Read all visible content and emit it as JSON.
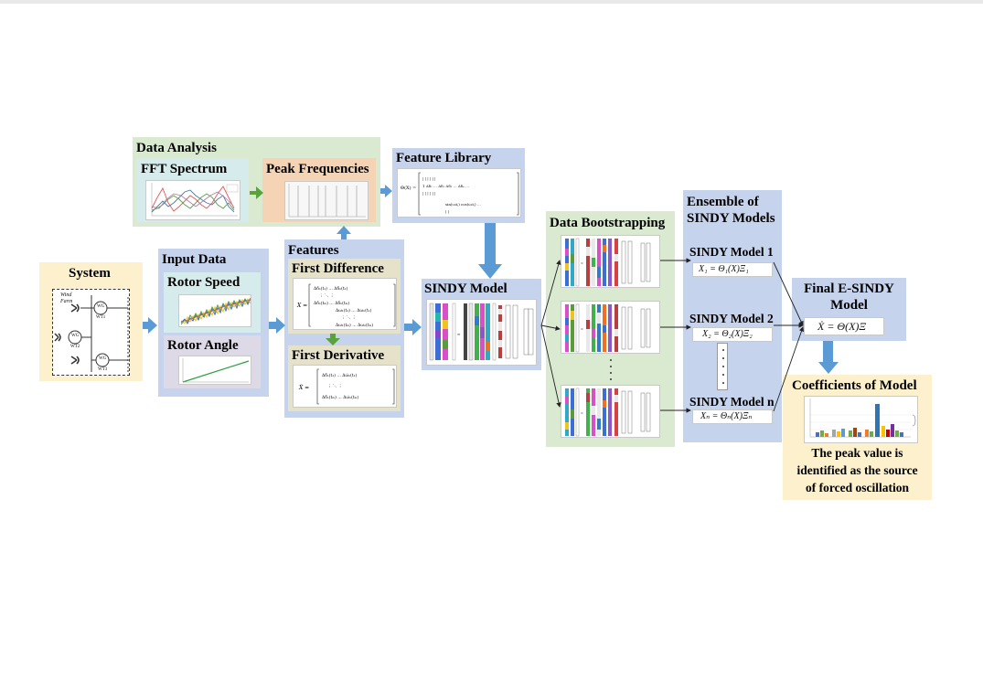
{
  "system": {
    "title": "System",
    "wind_farm": "Wind Farm",
    "wg": "WG",
    "wt1": "WT1",
    "wt2": "WT2",
    "wt3": "WT3"
  },
  "input_data": {
    "title": "Input Data",
    "rotor_speed": "Rotor Speed",
    "rotor_angle": "Rotor Angle"
  },
  "data_analysis": {
    "title": "Data Analysis",
    "fft": "FFT Spectrum",
    "peak": "Peak Frequencies"
  },
  "features": {
    "title": "Features",
    "first_difference": "First Difference",
    "first_derivative": "First Derivative"
  },
  "feature_library": {
    "title": "Feature Library"
  },
  "sindy_model": {
    "title": "SINDY Model"
  },
  "bootstrapping": {
    "title": "Data Bootstrapping"
  },
  "ensemble": {
    "title_line1": "Ensemble of",
    "title_line2": "SINDY Models",
    "model1": "SINDY Model 1",
    "eq1": "X₁ = Θ₁(X)Ξ₁",
    "model2": "SINDY Model 2",
    "eq2": "X₂ = Θ₂(X)Ξ₂",
    "modeln": "SINDY Model n",
    "eqn": "Xₙ = Θₙ(X)Ξₙ"
  },
  "final": {
    "title_line1": "Final E-SINDY",
    "title_line2": "Model",
    "eq": "Ẋ = Θ(X)Ξ"
  },
  "coefficients": {
    "title": "Coefficients of Model",
    "caption_line1": "The peak value is",
    "caption_line2": "identified as the source",
    "caption_line3": "of forced oscillation"
  },
  "colors": {
    "arrow": "#5b9bd5",
    "green_arrow": "#5aa23c",
    "blue_panel": "#c6d3ec",
    "green_panel": "#d9ead1",
    "yellow_panel": "#fdf0cd"
  }
}
